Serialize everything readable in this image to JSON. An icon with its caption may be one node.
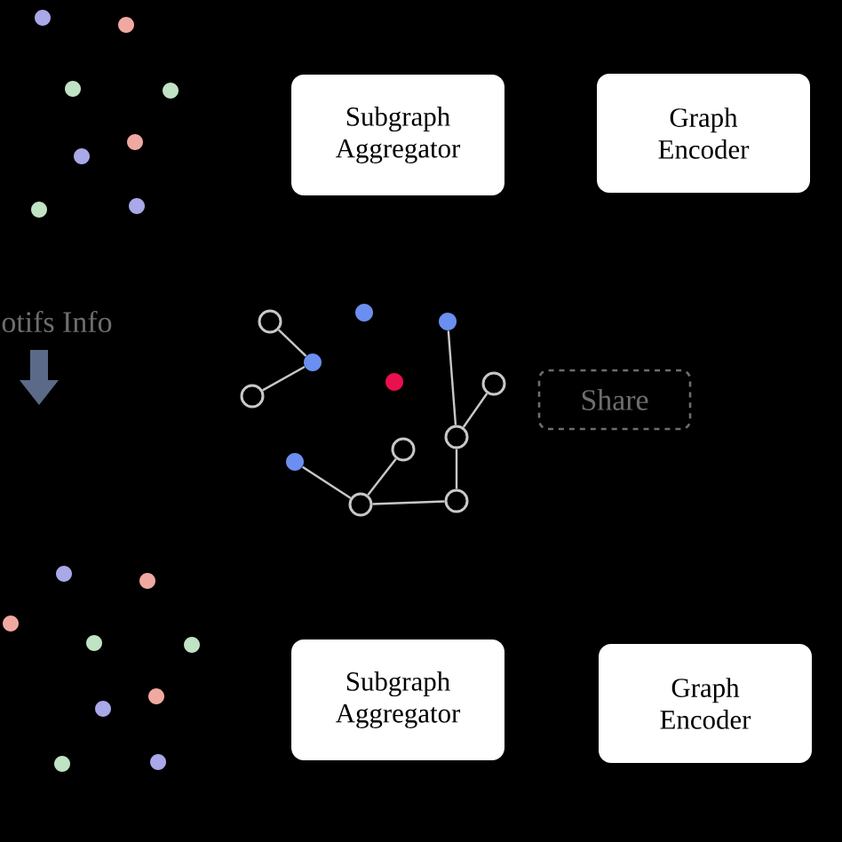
{
  "diagram": {
    "nodes": [
      {
        "text": [
          "Subgraph Aggregator"
        ]
      },
      {
        "text": [
          "Graph Encoder"
        ]
      },
      {
        "text": [
          "Share"
        ]
      },
      {
        "text": [
          "Subgraph Aggregator"
        ]
      },
      {
        "text": [
          "Graph Encoder"
        ]
      },
      {
        "text": [],
        "shape": "circle"
      },
      {
        "text": [],
        "shape": "circle"
      },
      {
        "text": [],
        "shape": "circle"
      },
      {
        "text": [],
        "shape": "circle"
      },
      {
        "text": [],
        "shape": "circle"
      },
      {
        "text": [],
        "shape": "circle"
      },
      {
        "text": [],
        "shape": "circle"
      },
      {
        "text": [],
        "shape": "circle"
      },
      {
        "text": [],
        "shape": "circle"
      },
      {
        "text": [],
        "shape": "circle"
      },
      {
        "text": [],
        "shape": "circle"
      },
      {
        "text": [],
        "shape": "circle"
      }
    ],
    "edges": [
      {
        "from": 5,
        "to": 6,
        "arrow": "none"
      },
      {
        "from": 6,
        "to": 7,
        "arrow": "none"
      },
      {
        "from": 8,
        "to": 9,
        "arrow": "none"
      },
      {
        "from": 9,
        "to": 10,
        "arrow": "none"
      },
      {
        "from": 9,
        "to": 14,
        "arrow": "none"
      },
      {
        "from": 12,
        "to": 13,
        "arrow": "none"
      },
      {
        "from": 11,
        "to": 13,
        "arrow": "none"
      },
      {
        "from": 13,
        "to": 14,
        "arrow": "none"
      }
    ],
    "labels": [
      "otifs Info"
    ]
  }
}
